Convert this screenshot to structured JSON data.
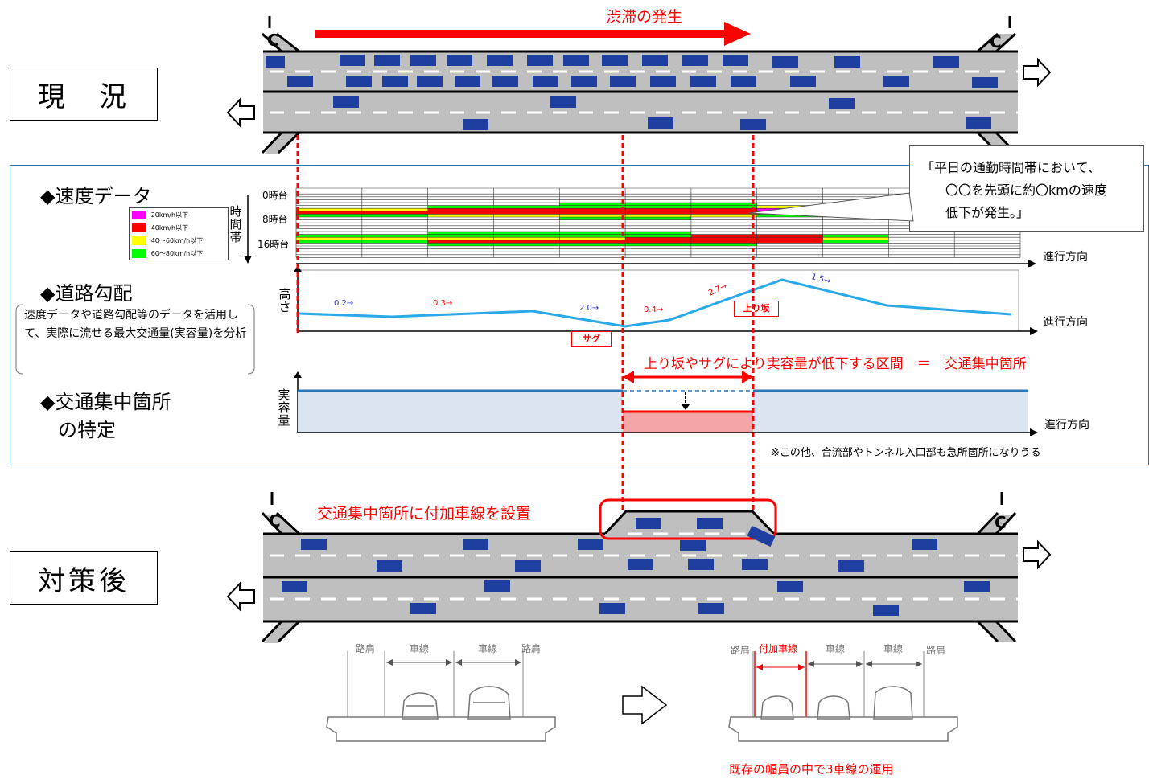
{
  "current_label": "現　況",
  "after_label": "対策後",
  "congestion_label": "渋滞の発生",
  "ic_letter": "C",
  "section": {
    "speed_heading": "◆速度データ",
    "grade_heading": "◆道路勾配",
    "spot_heading_1": "◆交通集中箇所",
    "spot_heading_2": "の特定",
    "note": "速度データや道路勾配等のデータを活用して、実際に流せる最大交通量(実容量)を分析",
    "time_axis_label": "時間帯",
    "time_ticks": [
      "0時台",
      "8時台",
      "16時台"
    ],
    "legend": [
      {
        "label": ":20km/h以下",
        "color": "#ff00ff"
      },
      {
        "label": ":40km/h以下",
        "color": "#ff0000"
      },
      {
        "label": ":40～60km/h以下",
        "color": "#ffff00"
      },
      {
        "label": ":60～80km/h以下",
        "color": "#00ff00"
      }
    ],
    "direction_label": "進行方向",
    "height_label": "高さ",
    "capacity_label": "実容量",
    "grades": [
      "0.2→",
      "0.3→",
      "2.0→",
      "0.4→",
      "2.7→",
      "1.5→"
    ],
    "sag_tag": "サグ",
    "uphill_tag": "上り坂",
    "drop_section_label": "上り坂やサグにより実容量が低下する区間　＝　交通集中箇所",
    "footnote": "※この他、合流部やトンネル入口部も急所箇所になりうる",
    "callout_lines": [
      "「平日の通勤時間帯において、",
      "〇〇を先頭に約〇kmの速度",
      "低下が発生。」"
    ]
  },
  "measure_label": "交通集中箇所に付加車線を設置",
  "cross_section": {
    "before": {
      "shoulder_left": "路肩",
      "lane_1": "車線",
      "lane_2": "車線",
      "shoulder_right": "路肩"
    },
    "after": {
      "shoulder_left": "路肩",
      "added_lane": "付加車線",
      "lane_1": "車線",
      "lane_2": "車線",
      "shoulder_right": "路肩"
    },
    "caption": "既存の幅員の中で3車線の運用"
  },
  "colors": {
    "road": "#bfbfbf",
    "car": "#1f3fa0",
    "alert": "#ff0000",
    "capacity_fill": "#dbe5f1",
    "capacity_line": "#2e75b6",
    "grade_line": "#29a9e8"
  }
}
